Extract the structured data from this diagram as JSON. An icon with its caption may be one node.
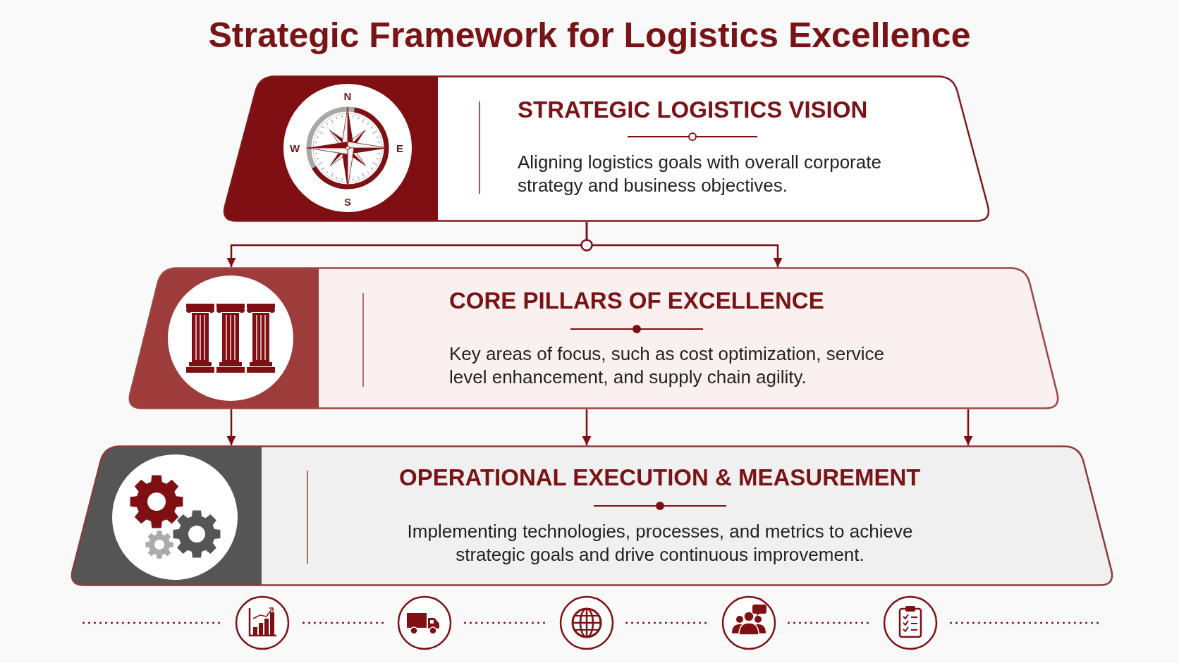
{
  "diagram": {
    "title": "Strategic Framework for Logistics Excellence",
    "nodes": [
      {
        "text": [
          "STRATEGIC LOGISTICS VISION",
          "Aligning logistics goals with overall corporate strategy and business objectives."
        ]
      },
      {
        "text": [
          "CORE PILLARS OF EXCELLENCE",
          "Key areas of focus, such as cost optimization, service level enhancement, and supply chain agility."
        ]
      },
      {
        "text": [
          "OPERATIONAL EXECUTION & MEASUREMENT",
          "Implementing technologies, processes, and metrics to achieve strategic goals and drive continuous improvement."
        ]
      }
    ],
    "edges": [
      {
        "from": 0,
        "to": 1,
        "arrow": "to"
      },
      {
        "from": 0,
        "to": 1,
        "arrow": "to"
      },
      {
        "from": 1,
        "to": 2,
        "arrow": "to"
      },
      {
        "from": 1,
        "to": 2,
        "arrow": "to"
      },
      {
        "from": 1,
        "to": 2,
        "arrow": "to"
      }
    ],
    "labels": [
      "N",
      "W",
      "E",
      "S"
    ]
  }
}
